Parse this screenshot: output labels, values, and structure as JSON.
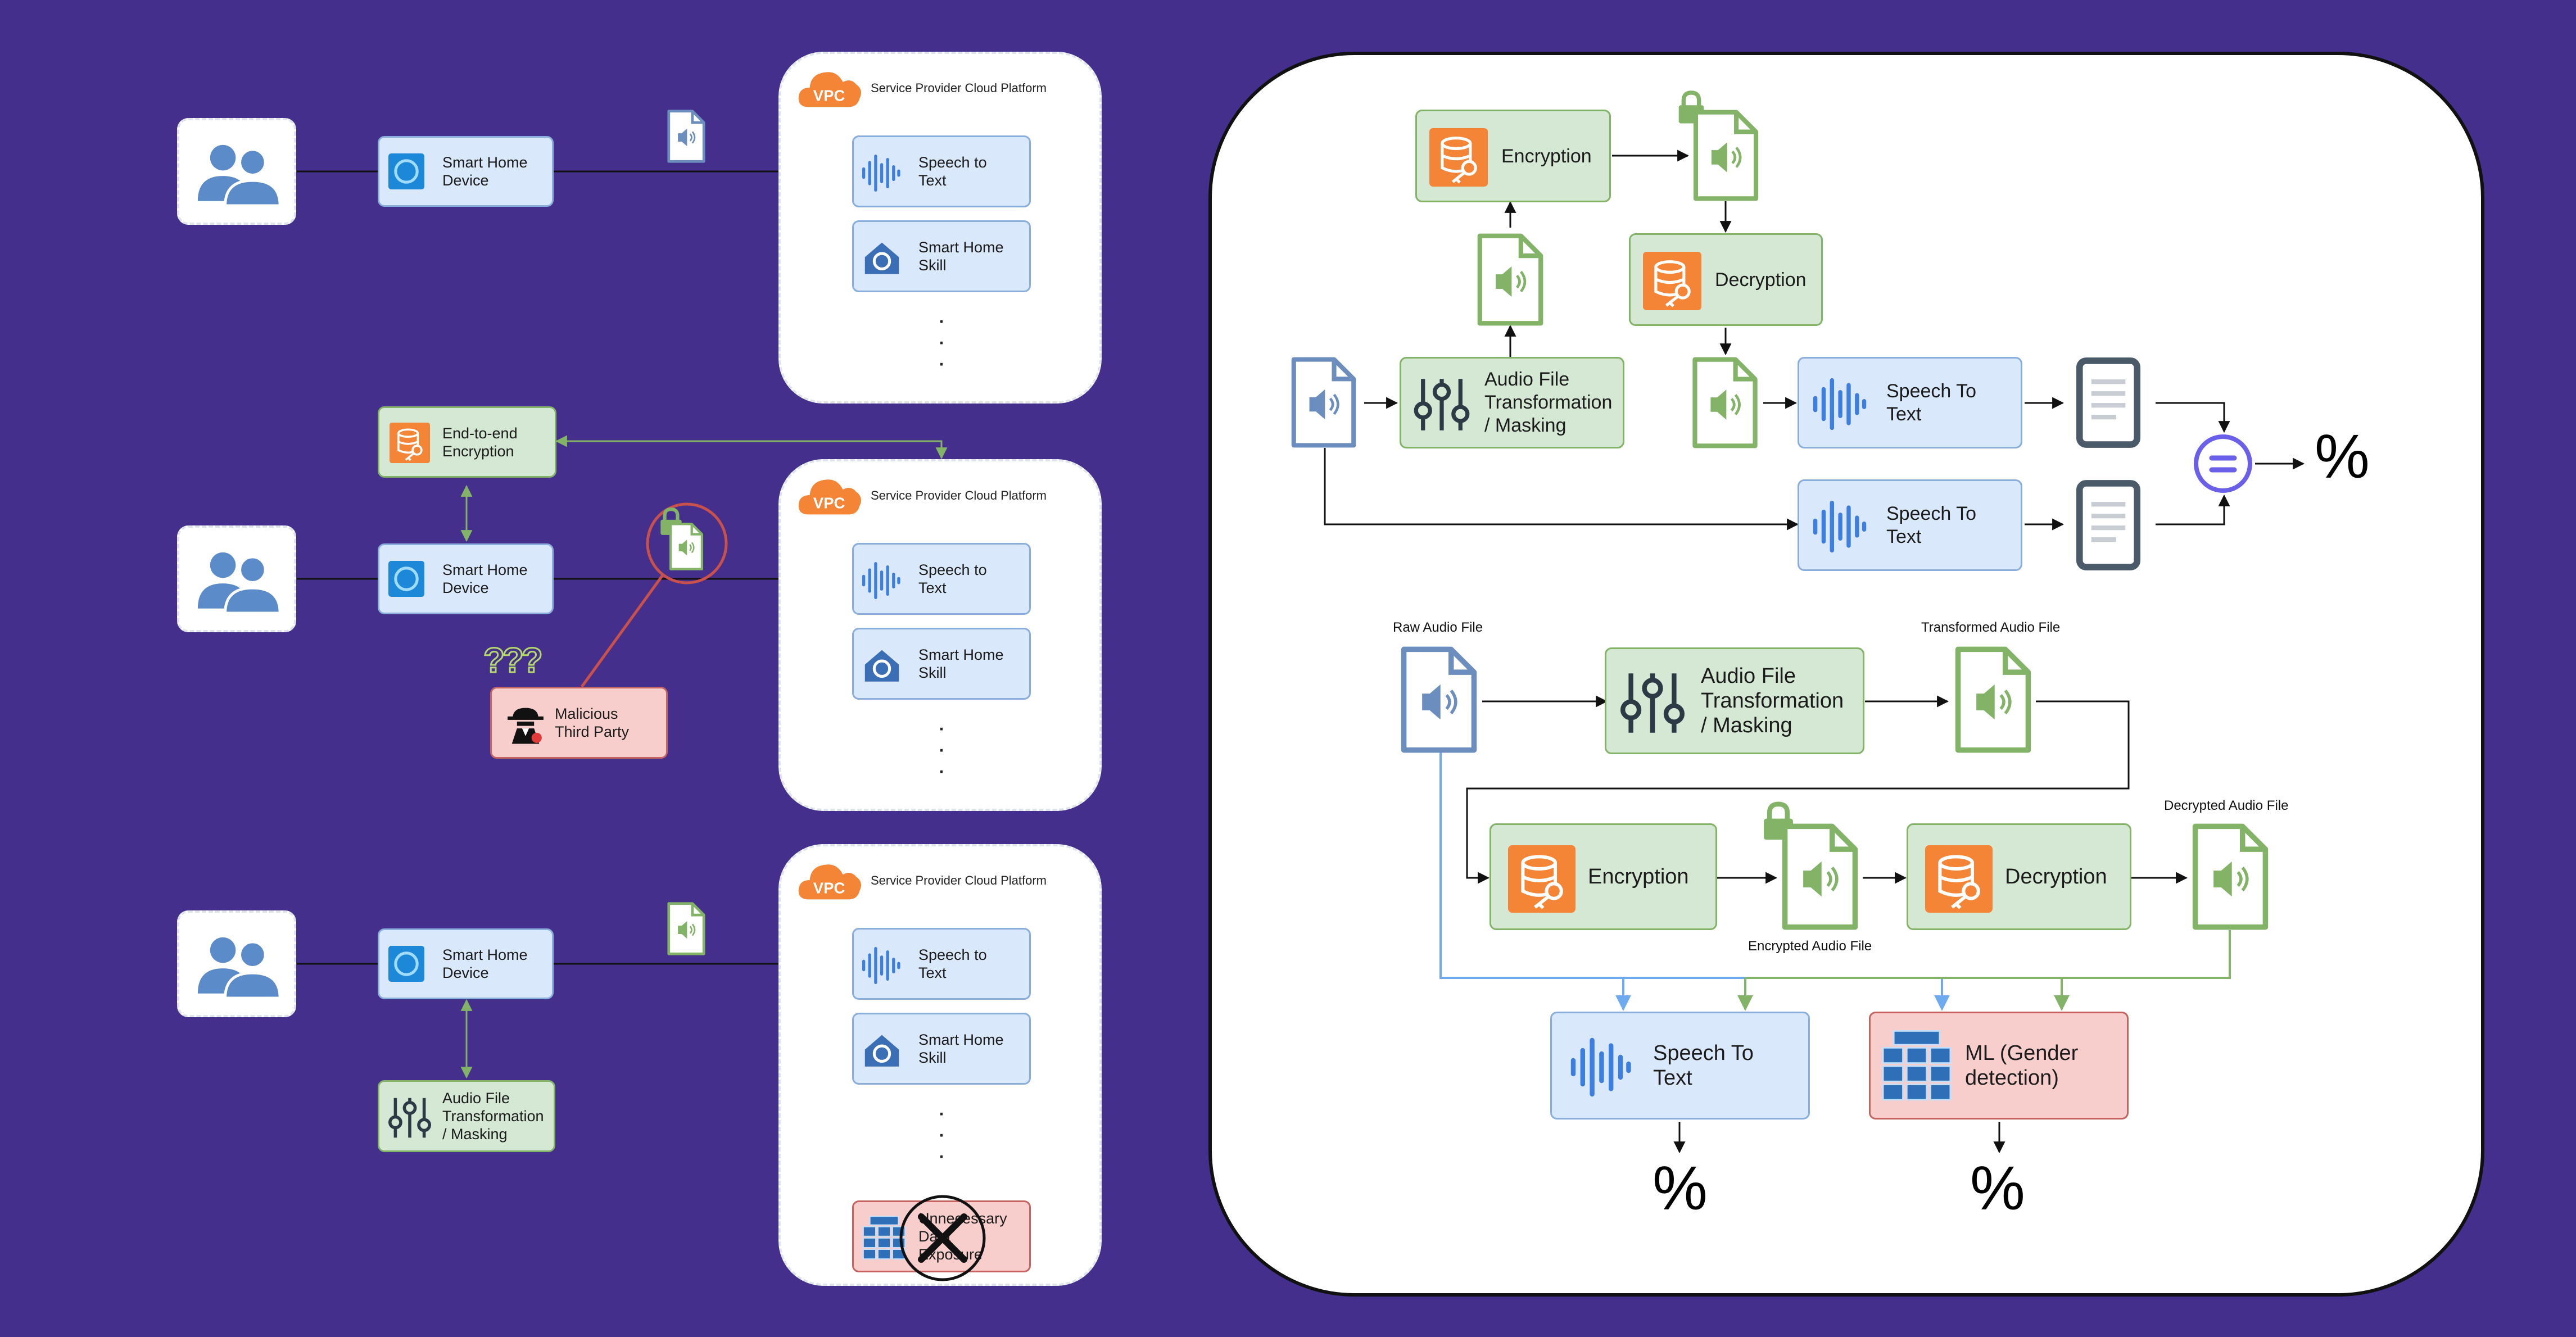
{
  "colors": {
    "background": "#452f8c",
    "blue_fill": "#dae8fc",
    "green_fill": "#d5e8d4",
    "red_fill": "#f8cecc",
    "aws_orange": "#f58536",
    "blue_wire": "#6eaaf0",
    "green_wire": "#82b366"
  },
  "icons": [
    "users-icon",
    "alexa-ring-icon",
    "audio-file-icon",
    "locked-audio-file-icon",
    "vpc-cloud-icon",
    "speech-waveform-icon",
    "home-skill-icon",
    "aws-database-key-icon",
    "sliders-icon",
    "spy-icon",
    "question-marks-icon",
    "ml-cubes-icon",
    "cross-icon",
    "document-icon",
    "compare-equals-icon",
    "percent-icon"
  ],
  "left": {
    "scenario1": {
      "device": "Smart Home\nDevice",
      "cloud_title": "Service Provider Cloud Platform",
      "vpc": "VPC",
      "stt": "Speech to\nText",
      "skill": "Smart Home\nSkill",
      "dots": "·\n·\n·"
    },
    "scenario2": {
      "encryption": "End-to-end\nEncryption",
      "device": "Smart Home\nDevice",
      "attacker": "Malicious\nThird Party",
      "question": "???",
      "cloud_title": "Service Provider Cloud Platform",
      "vpc": "VPC",
      "stt": "Speech to\nText",
      "skill": "Smart Home\nSkill",
      "dots": "·\n·\n·"
    },
    "scenario3": {
      "device": "Smart Home\nDevice",
      "transform": "Audio File\nTransformation\n/ Masking",
      "cloud_title": "Service Provider Cloud Platform",
      "vpc": "VPC",
      "stt": "Speech to\nText",
      "skill": "Smart Home\nSkill",
      "dots": "·\n·\n·",
      "exposure": "Unnecessary\nData\nExposure"
    }
  },
  "right": {
    "top": {
      "encryption": "Encryption",
      "decryption": "Decryption",
      "transform": "Audio File\nTransformation\n/ Masking",
      "stt1": "Speech To\nText",
      "stt2": "Speech To\nText",
      "percent": "%"
    },
    "bottom": {
      "raw_caption": "Raw Audio File",
      "transformed_caption": "Transformed Audio File",
      "encrypted_caption": "Encrypted Audio File",
      "decrypted_caption": "Decrypted Audio File",
      "transform": "Audio File\nTransformation\n/ Masking",
      "encryption": "Encryption",
      "decryption": "Decryption",
      "stt": "Speech To\nText",
      "ml": "ML (Gender\ndetection)",
      "percent1": "%",
      "percent2": "%"
    }
  }
}
